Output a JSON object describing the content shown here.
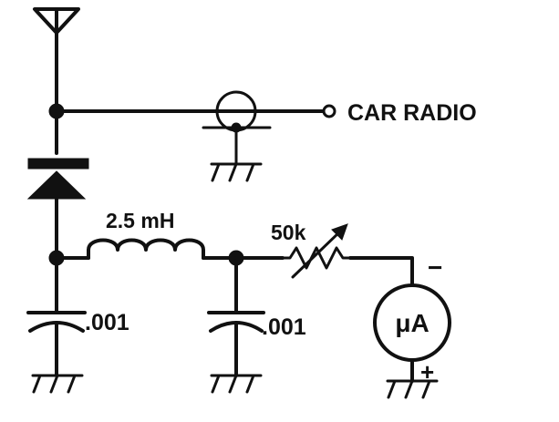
{
  "labels": {
    "car_radio": "CAR RADIO",
    "inductor": "2.5 mH",
    "potentiometer": "50k",
    "cap_left": ".001",
    "cap_mid": ".001",
    "meter": "μA",
    "meter_neg": "−",
    "meter_pos": "+"
  },
  "colors": {
    "ink": "#111111",
    "paper": "#ffffff"
  }
}
